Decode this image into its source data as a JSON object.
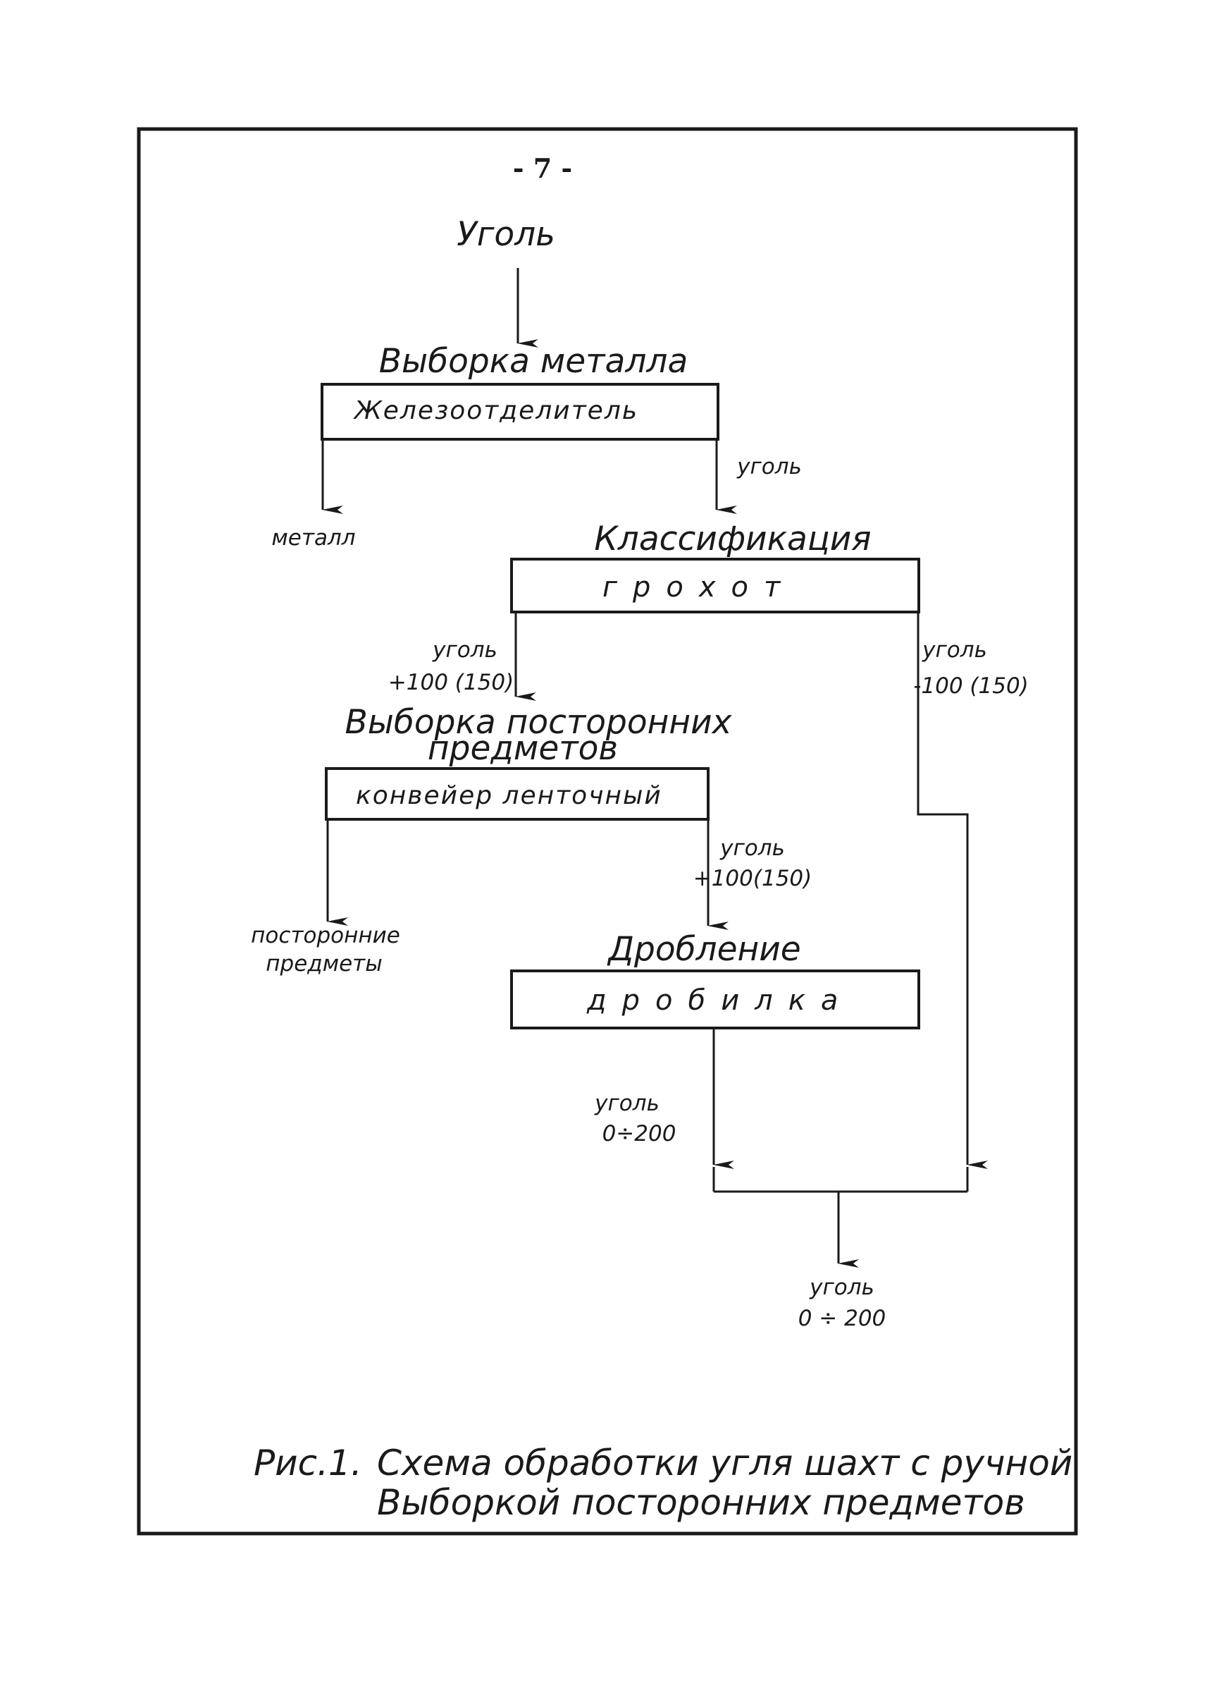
{
  "page": {
    "number": "- 7 -"
  },
  "diagram": {
    "input": "Уголь",
    "stage1": {
      "title": "Выборка металла",
      "device": "Железоотделитель",
      "out_left": "металл",
      "out_right": "уголь"
    },
    "stage2": {
      "title": "Классификация",
      "device": "грохот",
      "out_left_line1": "уголь",
      "out_left_line2": "+100 (150)",
      "out_right_line1": "уголь",
      "out_right_line2": "-100 (150)"
    },
    "stage3": {
      "title_line1": "Выборка посторонних",
      "title_line2": "предметов",
      "device": "конвейер ленточный",
      "out_left_line1": "посторонние",
      "out_left_line2": "предметы",
      "out_right_line1": "уголь",
      "out_right_line2": "+100(150)"
    },
    "stage4": {
      "title": "Дробление",
      "device": "дробилка",
      "out_line1": "уголь",
      "out_line2": "0÷200"
    },
    "final": {
      "line1": "уголь",
      "line2": "0 ÷ 200"
    }
  },
  "caption": {
    "label": "Рис.1.",
    "line1": "Схема обработки угля шахт с ручной",
    "line2": "Выборкой посторонних предметов"
  }
}
